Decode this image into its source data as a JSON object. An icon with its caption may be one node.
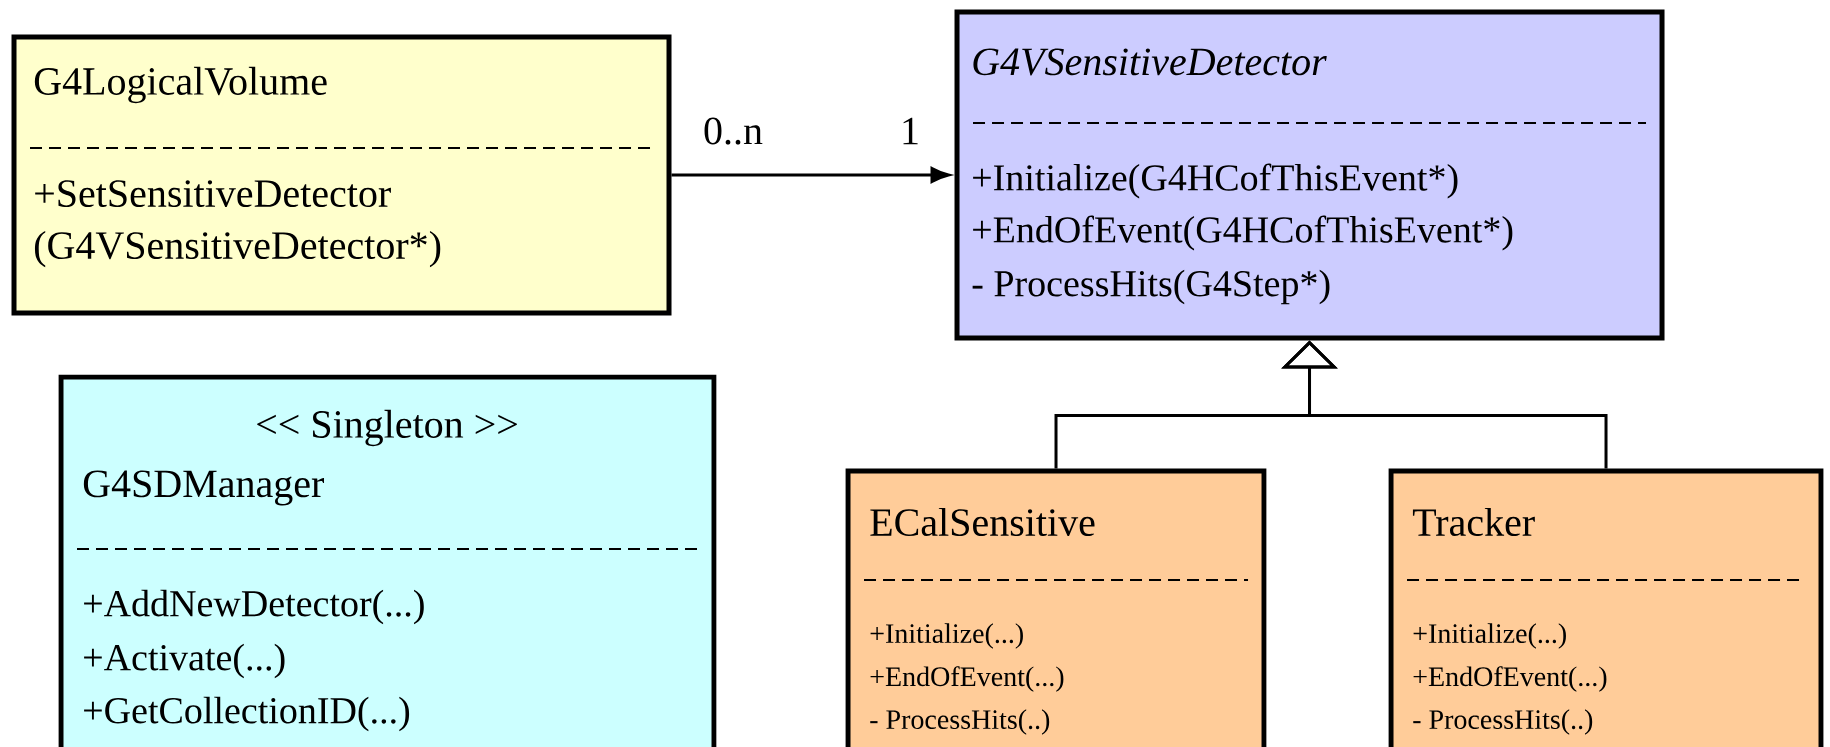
{
  "diagram": {
    "nodes": [
      {
        "text": [
          "G4LogicalVolume",
          "+SetSensitiveDetector (G4VSensitiveDetector*)"
        ]
      },
      {
        "text": [
          "G4VSensitiveDetector",
          "+Initialize(G4HCofThisEvent*)",
          "+EndOfEvent(G4HCofThisEvent*)",
          "- ProcessHits(G4Step*)"
        ]
      },
      {
        "text": [
          "<< Singleton >>",
          "G4SDManager",
          "+AddNewDetector(...)",
          "+Activate(...)",
          "+GetCollectionID(...)"
        ]
      },
      {
        "text": [
          "ECalSensitive",
          "+Initialize(...)",
          "+EndOfEvent(...)",
          "- ProcessHits(..)"
        ]
      },
      {
        "text": [
          "Tracker",
          "+Initialize(...)",
          "+EndOfEvent(...)",
          "- ProcessHits(..)"
        ]
      }
    ],
    "edges": [
      {
        "from": 0,
        "to": 1,
        "arrow": "to"
      },
      {
        "from": 3,
        "to": 1,
        "arrow": "to"
      },
      {
        "from": 4,
        "to": 1,
        "arrow": "to"
      }
    ],
    "labels": [
      "0..n",
      "1"
    ]
  }
}
